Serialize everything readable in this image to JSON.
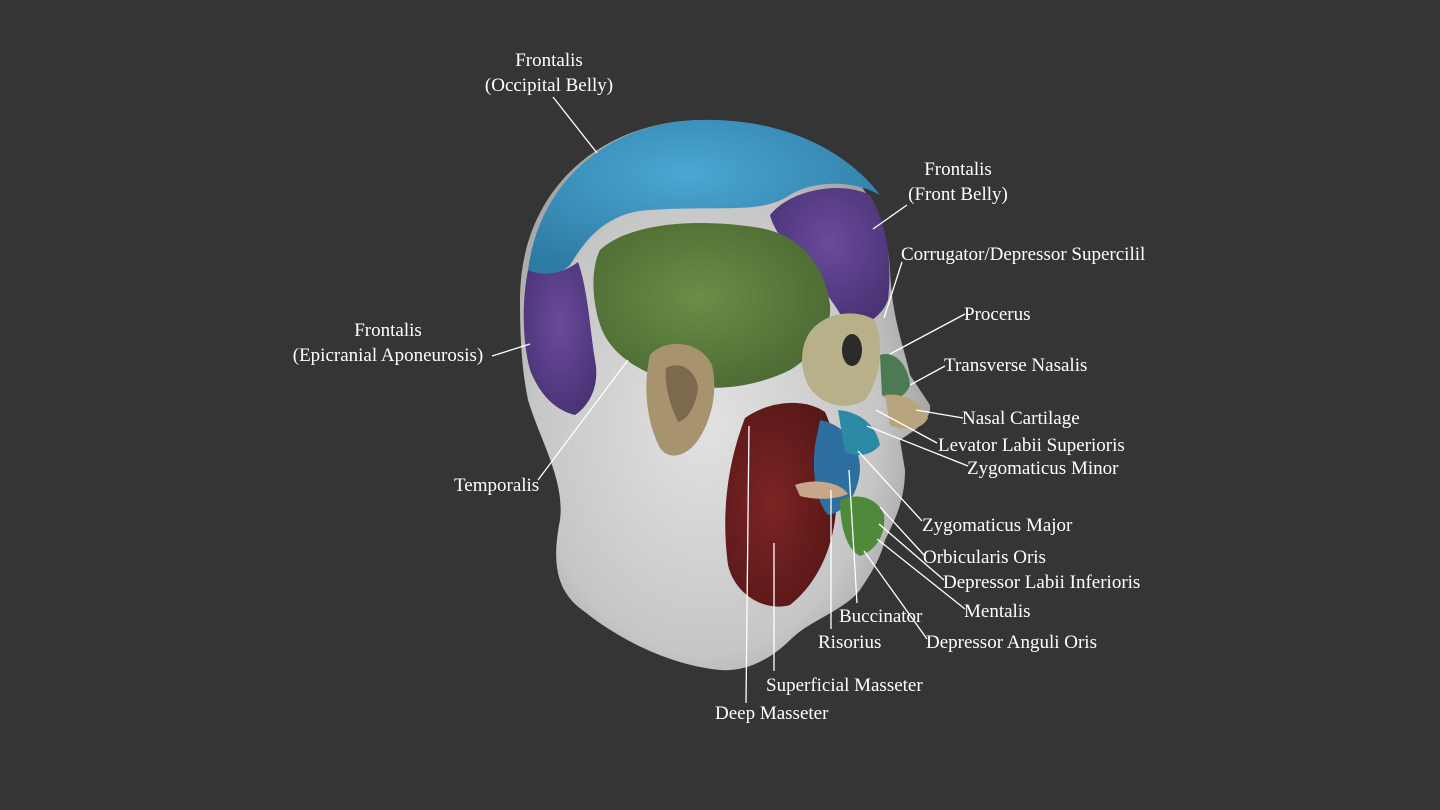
{
  "labels": {
    "frontalis_occipital": [
      "Frontalis",
      "(Occipital Belly)"
    ],
    "frontalis_front": [
      "Frontalis",
      "(Front Belly)"
    ],
    "frontalis_epicranial": [
      "Frontalis",
      "(Epicranial Aponeurosis)"
    ],
    "corrugator": "Corrugator/Depressor Supercilil",
    "procerus": "Procerus",
    "transverse_nasalis": "Transverse Nasalis",
    "nasal_cartilage": "Nasal Cartilage",
    "levator_labii": "Levator Labii Superioris",
    "zygomaticus_minor": "Zygomaticus Minor",
    "temporalis": "Temporalis",
    "zygomaticus_major": "Zygomaticus Major",
    "orbicularis_oris": "Orbicularis Oris",
    "depressor_labii": "Depressor Labii Inferioris",
    "mentalis": "Mentalis",
    "buccinator": "Buccinator",
    "risorius": "Risorius",
    "depressor_anguli": "Depressor Anguli Oris",
    "superficial_masseter": "Superficial Masseter",
    "deep_masseter": "Deep Masseter"
  },
  "colors": {
    "background": "#353535",
    "skin": "#d0d0d0",
    "occipital_blue": "#3a96c4",
    "purple": "#5c3d8a",
    "temporalis_green": "#5f7f40",
    "masseter_red": "#6e1e1e",
    "eye_tan": "#b7b088",
    "ear_tan": "#a8936f",
    "leader_line": "#ffffff",
    "label_text": "#ffffff"
  }
}
